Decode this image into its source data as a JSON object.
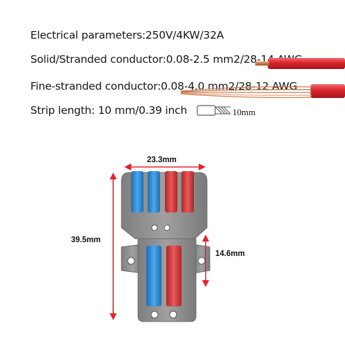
{
  "specs": {
    "electrical": "Electrical parameters:250V/4KW/32A",
    "solid": "Solid/Stranded conductor:0.08-2.5 mm2/28-14 AWG",
    "fine": "Fine-stranded conductor:0.08-4.0 mm2/28-12 AWG",
    "strip_length": "Strip length: 10 mm/0.39 inch",
    "strip_label": "10mm"
  },
  "dimensions": {
    "width": "23.3mm",
    "height": "39.5mm",
    "lower_height": "14.6mm"
  },
  "colors": {
    "wire_red": "#d9232b",
    "copper": "#c97a4a",
    "arrow_red": "#e8202a",
    "housing_gray": "#8a8a8a",
    "lever_blue": "#2f8fd6",
    "lever_red": "#d93a3a"
  }
}
